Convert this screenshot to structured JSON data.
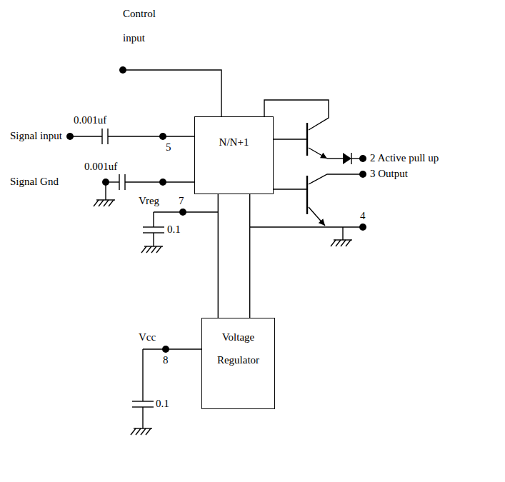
{
  "diagram": {
    "nodes": [
      {
        "text": [
          "N/N+1"
        ]
      },
      {
        "text": [
          "Voltage Regulator"
        ]
      }
    ],
    "edges": [
      {
        "from": 0,
        "to": 1,
        "arrow": "none"
      },
      {
        "from": 0,
        "to": 1,
        "arrow": "none"
      }
    ],
    "labels": [
      "Control input",
      "0.001uf",
      "Signal input",
      "5",
      "0.001uf",
      "Signal Gnd",
      "Vreg",
      "7",
      "0.1",
      "2 Active pull up",
      "3 Output",
      "4",
      "Vcc",
      "8",
      "0.1"
    ]
  }
}
